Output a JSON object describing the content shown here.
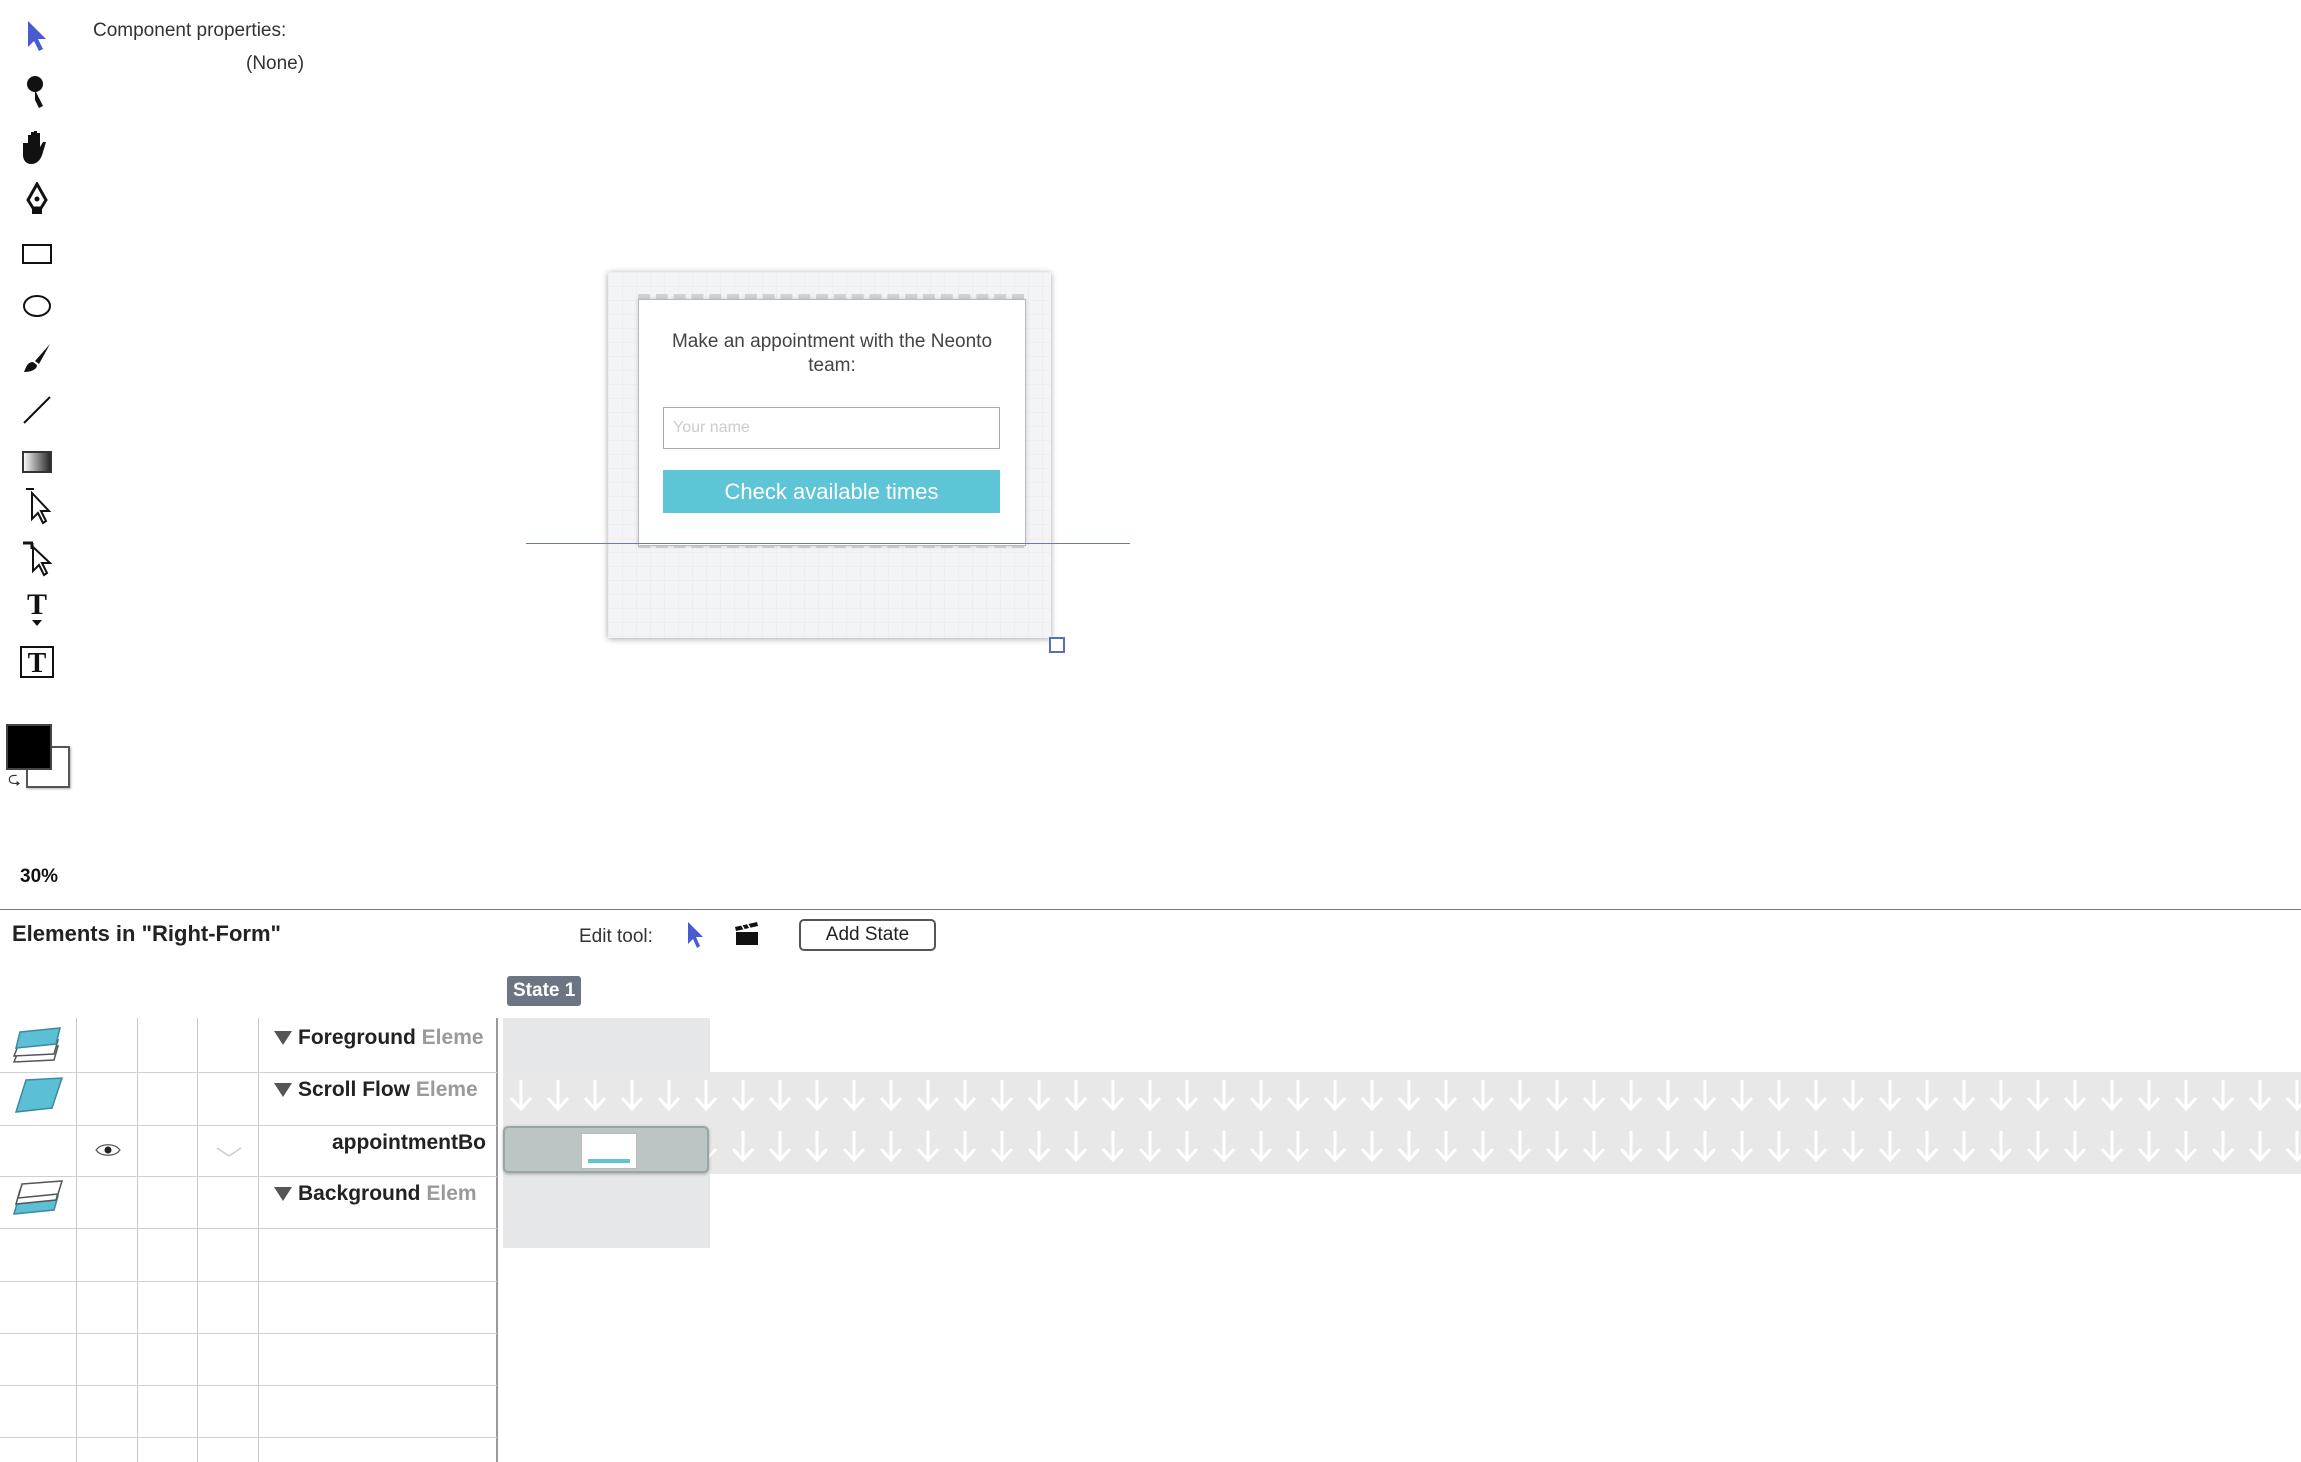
{
  "toolbar": {
    "tools": [
      "select-arrow-icon",
      "key-icon",
      "hand-icon",
      "pen-nib-icon",
      "rectangle-icon",
      "ellipse-icon",
      "brush-icon",
      "line-icon",
      "gradient-icon",
      "direct-select-icon",
      "subselect-icon",
      "text-tool-icon",
      "text-box-icon"
    ],
    "fill_color": "#000000",
    "stroke_color": "#ffffff",
    "zoom_label": "30%"
  },
  "properties": {
    "title": "Component properties:",
    "value": "(None)"
  },
  "canvas": {
    "heading": "Make an appointment with the Neonto team:",
    "input_placeholder": "Your name",
    "button_label": "Check available times",
    "button_color": "#5ec5d6"
  },
  "panel": {
    "title": "Elements in \"Right-Form\"",
    "edit_tool_label": "Edit tool:",
    "add_state_label": "Add State",
    "state_label": "State 1",
    "rows": [
      {
        "name": "Foreground",
        "suffix": "Eleme"
      },
      {
        "name": "Scroll Flow",
        "suffix": "Eleme"
      },
      {
        "name": "appointmentBo",
        "suffix": ""
      },
      {
        "name": "Background",
        "suffix": "Elem"
      }
    ]
  }
}
